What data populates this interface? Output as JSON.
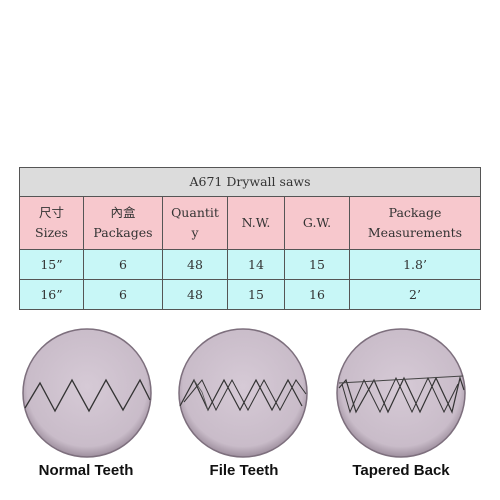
{
  "table": {
    "title": "A671 Drywall saws",
    "headers": [
      {
        "line1": "尺寸",
        "line2": "Sizes"
      },
      {
        "line1": "內盒",
        "line2": "Packages"
      },
      {
        "line1": "Quantit",
        "line2": "y"
      },
      {
        "line1": "N.W.",
        "line2": ""
      },
      {
        "line1": "G.W.",
        "line2": ""
      },
      {
        "line1": "Package",
        "line2": "Measurements"
      }
    ],
    "rows": [
      [
        "15”",
        "6",
        "48",
        "14",
        "15",
        "1.8’"
      ],
      [
        "16”",
        "6",
        "48",
        "15",
        "16",
        "2’"
      ]
    ]
  },
  "teeth": [
    {
      "caption": "Normal Teeth"
    },
    {
      "caption": "File Teeth"
    },
    {
      "caption": "Tapered Back"
    }
  ],
  "colors": {
    "title_bg": "#dcdcdc",
    "header_bg": "#f7c8cd",
    "body_bg": "#c8f7f7",
    "circle_fill": "#cfc2cf"
  }
}
